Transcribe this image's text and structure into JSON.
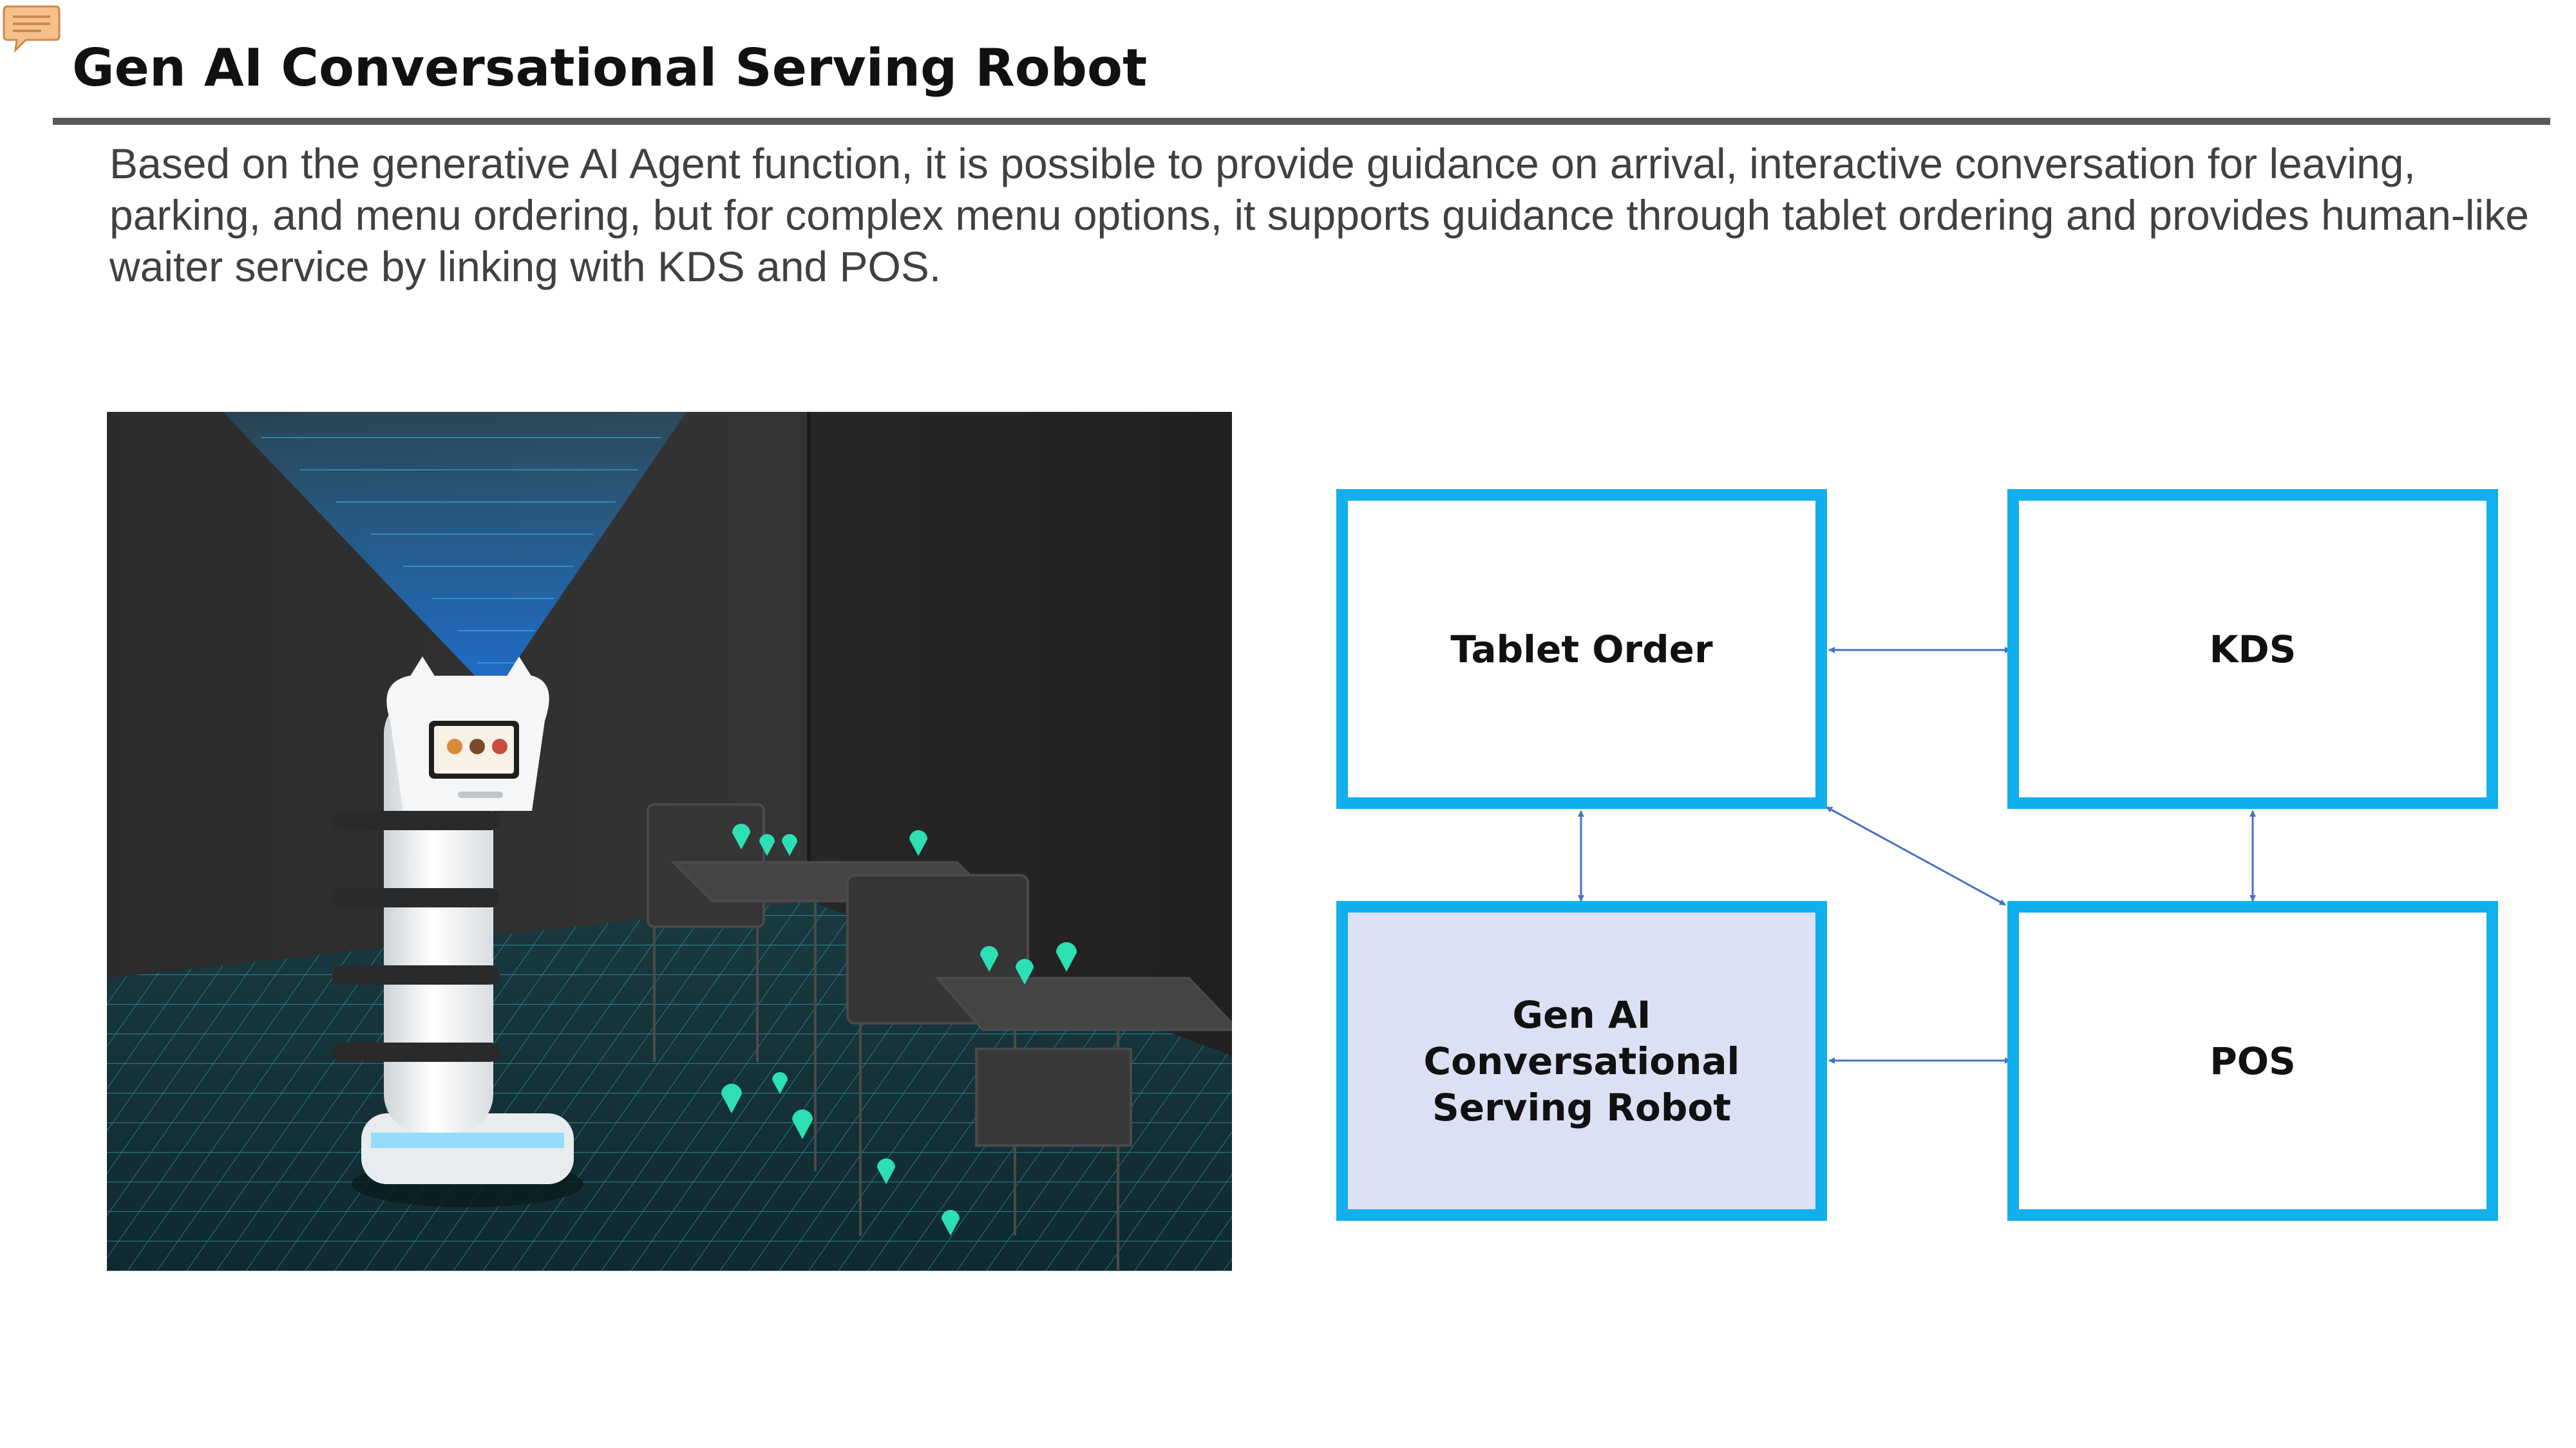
{
  "slide": {
    "title": "Gen AI Conversational Serving Robot",
    "description": "Based on the generative AI Agent function, it is possible to provide guidance on arrival, interactive conversation for leaving, parking, and menu ordering, but for complex menu options, it supports guidance through tablet ordering and provides human-like waiter service by linking with KDS and POS."
  },
  "diagram": {
    "nodes": {
      "tablet_order": "Tablet Order",
      "kds": "KDS",
      "robot": "Gen AI\nConversational\nServing Robot",
      "pos": "POS"
    },
    "connections": [
      [
        "tablet_order",
        "kds"
      ],
      [
        "tablet_order",
        "robot"
      ],
      [
        "kds",
        "pos"
      ],
      [
        "robot",
        "pos"
      ],
      [
        "tablet_order",
        "pos"
      ]
    ]
  },
  "colors": {
    "box_border": "#11afed",
    "robot_fill": "#dce0f4",
    "arrow": "#4472c4",
    "title_rule": "#595959"
  }
}
